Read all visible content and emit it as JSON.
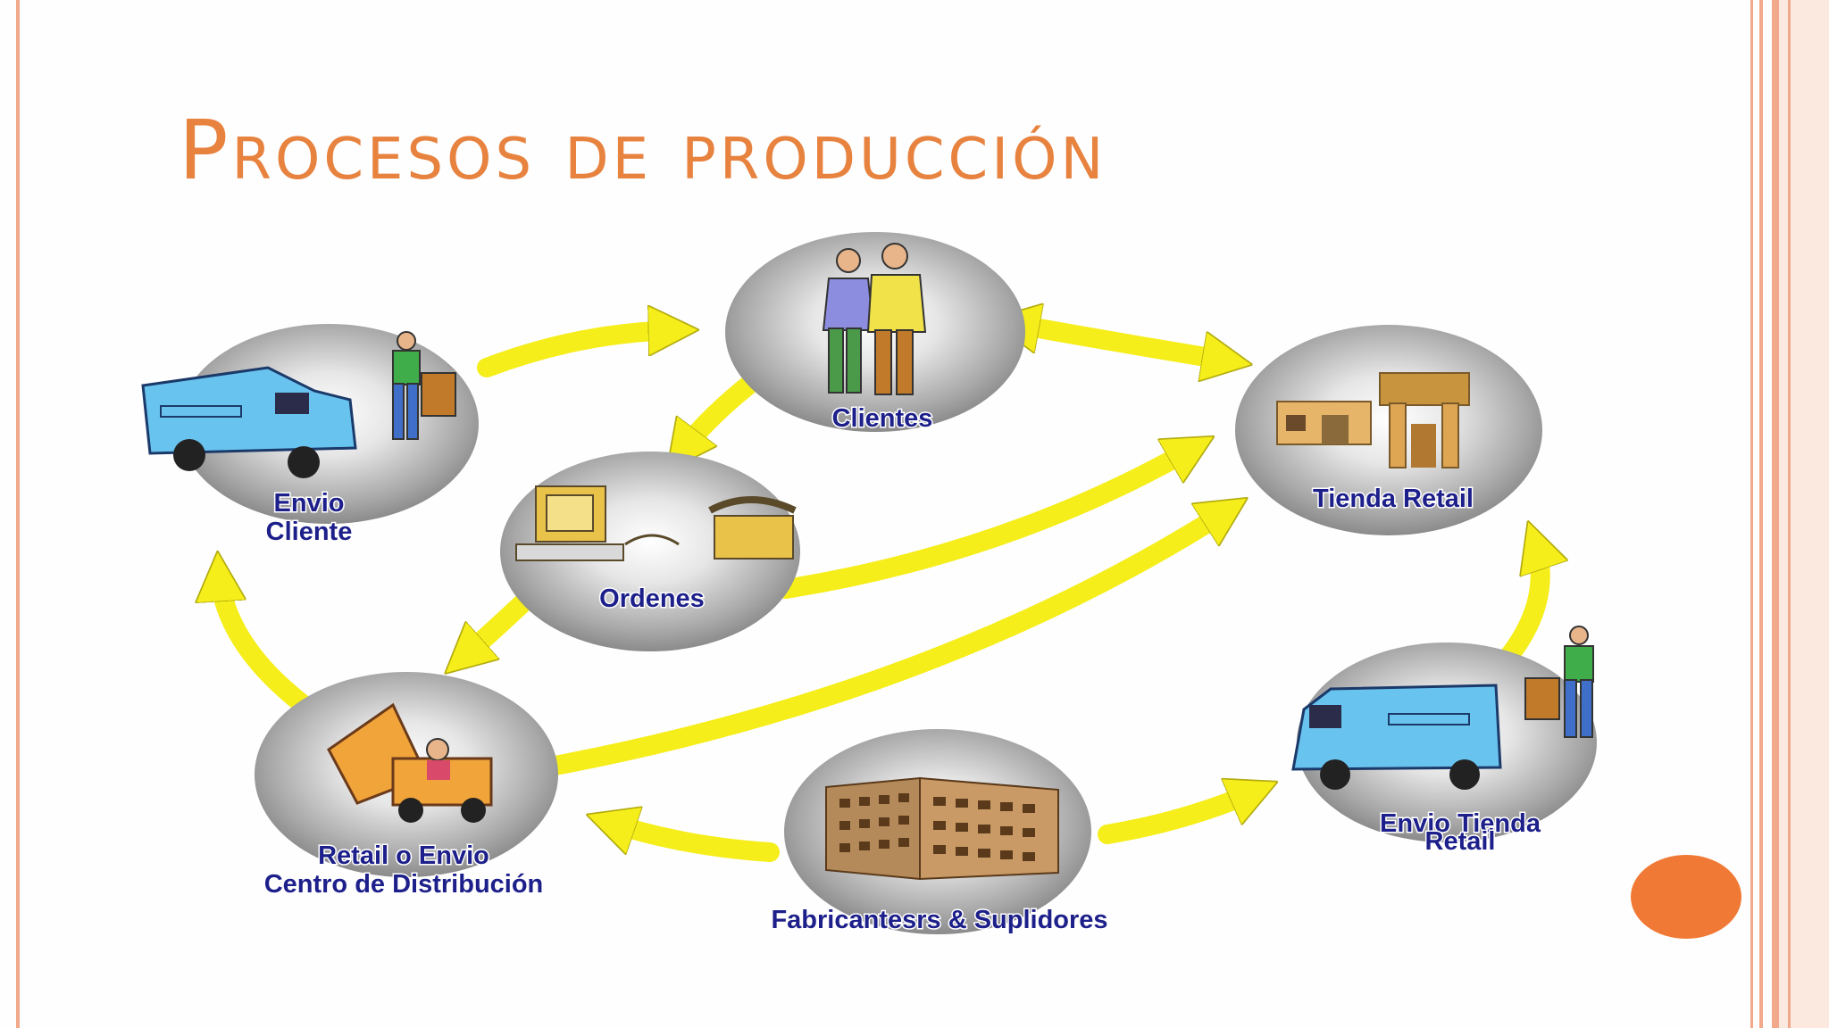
{
  "slide": {
    "title": "Procesos de producción"
  },
  "nodes": {
    "clientes": {
      "label": "Clientes",
      "icon": "couple-icon"
    },
    "tienda": {
      "label": "Tienda Retail",
      "icon": "store-icon"
    },
    "envio_cliente": {
      "label_line1": "Envio",
      "label_line2": "Cliente",
      "icon": "delivery-truck-icon"
    },
    "ordenes": {
      "label": "Ordenes",
      "icon": "computer-phone-icon"
    },
    "retail_envio": {
      "label_line1": "Retail o Envio",
      "label_line2": "Centro de Distribución",
      "icon": "forklift-icon"
    },
    "fabricantes": {
      "label": "Fabricantesrs & Suplidores",
      "icon": "factory-building-icon"
    },
    "envio_tienda": {
      "label_line1": "Envio Tienda",
      "label_line2": "Retail",
      "icon": "delivery-truck-icon"
    }
  },
  "colors": {
    "title": "#e7823f",
    "arrow": "#f5ee1a",
    "label": "#1d1f8a",
    "accent_dot": "#f07a35",
    "border": "#f2a88a"
  }
}
